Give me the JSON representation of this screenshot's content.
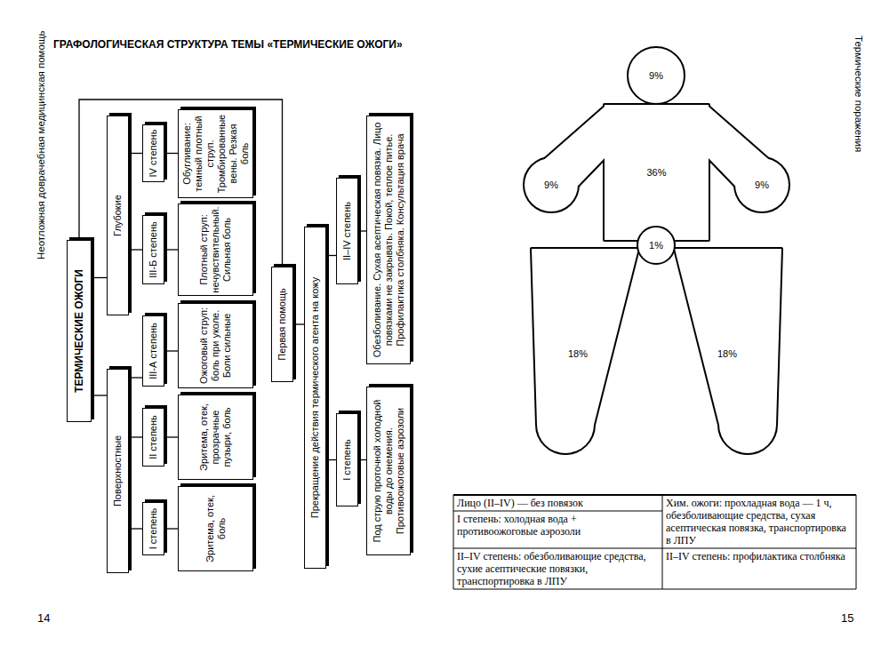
{
  "diagram": {
    "title": "ГРАФОЛОГИЧЕСКАЯ СТРУКТУРА ТЕМЫ «ТЕРМИЧЕСКИЕ ОЖОГИ»",
    "nodes": [
      {
        "text": [
          "ТЕРМИЧЕСКИЕ ОЖОГИ"
        ]
      },
      {
        "text": [
          "Глубокие"
        ]
      },
      {
        "text": [
          "Поверхностные"
        ]
      },
      {
        "text": [
          "IV степень"
        ]
      },
      {
        "text": [
          "Обугливание: темный плотный струп. Тромбированные вены. Резкая боль"
        ]
      },
      {
        "text": [
          "III-Б степень"
        ]
      },
      {
        "text": [
          "Плотный струп: нечувствительный. Сильная боль"
        ]
      },
      {
        "text": [
          "III-А степень"
        ]
      },
      {
        "text": [
          "Ожоговый струп: боль при уколе. Боли сильные"
        ]
      },
      {
        "text": [
          "II степень"
        ]
      },
      {
        "text": [
          "Эритема, отек, прозрачные пузыри, боль"
        ]
      },
      {
        "text": [
          "I степень"
        ]
      },
      {
        "text": [
          "Эритема, отек, боль"
        ]
      },
      {
        "text": [
          "Первая помощь"
        ]
      },
      {
        "text": [
          "Прекращение действия термического агента на кожу"
        ]
      },
      {
        "text": [
          "II–IV степень"
        ]
      },
      {
        "text": [
          "Обезболивание. Сухая асептическая повязка. Лицо повязками не закрывать. Покой, теплое питье. Профилактика столбняка. Консультация врача"
        ]
      },
      {
        "text": [
          "I степень"
        ]
      },
      {
        "text": [
          "Под струю проточной холодной воды до онемения. Противоожоговые аэрозоли"
        ]
      },
      {
        "text": [
          "9%"
        ]
      },
      {
        "text": [
          "9%"
        ]
      },
      {
        "text": [
          "36%"
        ]
      },
      {
        "text": [
          "9%"
        ]
      },
      {
        "text": [
          "1%"
        ]
      },
      {
        "text": [
          "18%"
        ]
      },
      {
        "text": [
          "18%"
        ]
      }
    ],
    "edges": [
      {
        "from": 0,
        "to": 1,
        "arrow": "none"
      },
      {
        "from": 0,
        "to": 2,
        "arrow": "none"
      },
      {
        "from": 1,
        "to": 3,
        "arrow": "none"
      },
      {
        "from": 1,
        "to": 5,
        "arrow": "none"
      },
      {
        "from": 2,
        "to": 7,
        "arrow": "none"
      },
      {
        "from": 2,
        "to": 9,
        "arrow": "none"
      },
      {
        "from": 2,
        "to": 11,
        "arrow": "none"
      },
      {
        "from": 3,
        "to": 4,
        "arrow": "none"
      },
      {
        "from": 5,
        "to": 6,
        "arrow": "none"
      },
      {
        "from": 7,
        "to": 8,
        "arrow": "none"
      },
      {
        "from": 9,
        "to": 10,
        "arrow": "none"
      },
      {
        "from": 11,
        "to": 12,
        "arrow": "none"
      },
      {
        "from": 0,
        "to": 13,
        "arrow": "none"
      },
      {
        "from": 13,
        "to": 14,
        "arrow": "none"
      },
      {
        "from": 14,
        "to": 15,
        "arrow": "none"
      },
      {
        "from": 14,
        "to": 17,
        "arrow": "none"
      },
      {
        "from": 15,
        "to": 16,
        "arrow": "none"
      },
      {
        "from": 17,
        "to": 18,
        "arrow": "none"
      }
    ],
    "labels": [
      "Неотложная доврачебная медицинская помощь",
      "Термические поражения",
      "14",
      "15",
      "Лицо (II–IV) — без повязок",
      "Хим. ожоги: прохладная вода — 1 ч, обезболивающие средства, сухая асептическая повязка, транспортировка в ЛПУ",
      "I степень: холодная вода + противоожоговые аэрозоли",
      "II–IV степень: обезболивающие средства, сухие асептические повязки, транспортировка в ЛПУ",
      "II–IV степень: профилактика столбняка"
    ]
  }
}
